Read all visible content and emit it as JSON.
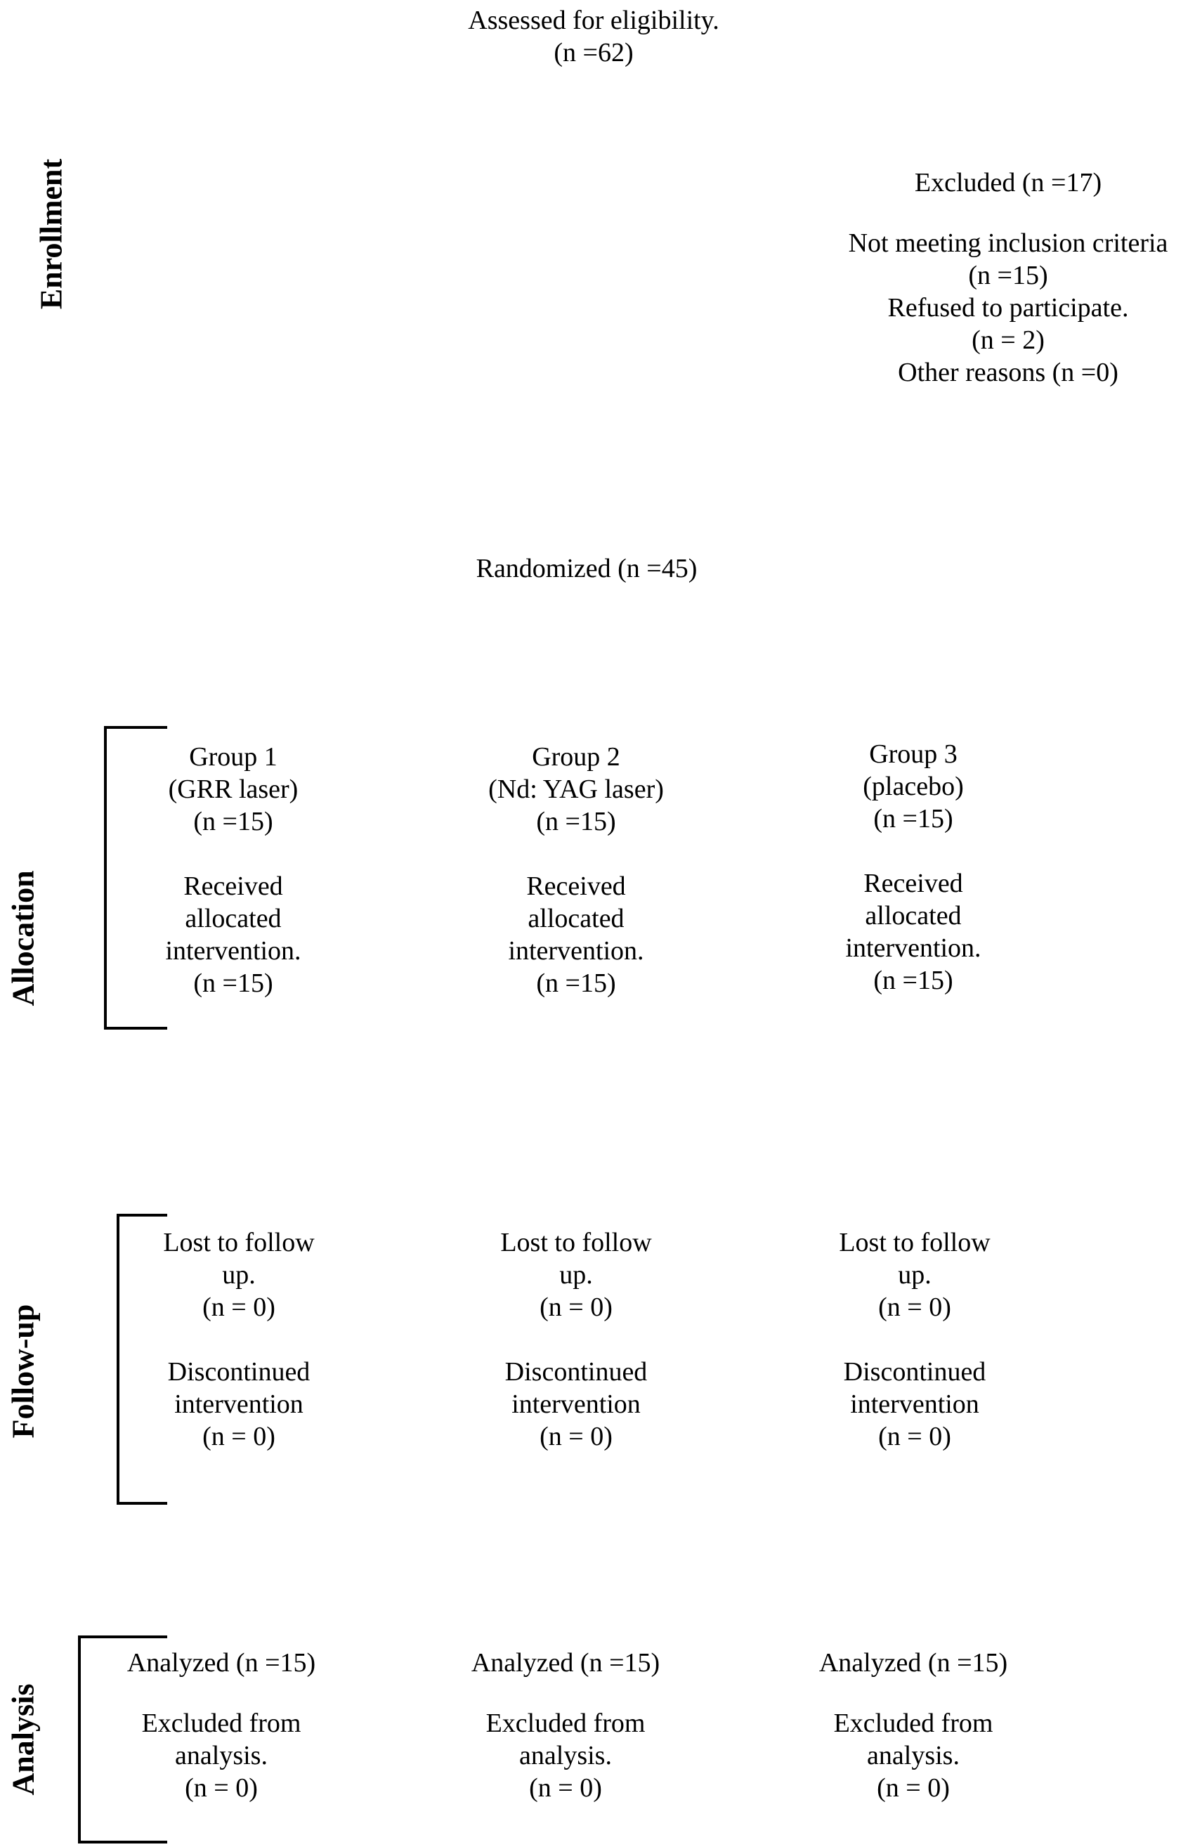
{
  "enrollment": {
    "label": "Enrollment",
    "assessed": [
      "Assessed for eligibility.",
      "(n =62)"
    ],
    "excluded": {
      "title": "Excluded (n =17)",
      "reasons": [
        "Not meeting inclusion criteria",
        "(n =15)",
        "Refused to participate.",
        "(n = 2)",
        "Other reasons (n =0)"
      ]
    },
    "randomized": "Randomized (n =45)"
  },
  "allocation": {
    "label": "Allocation",
    "groups": [
      {
        "name": "Group 1",
        "desc": "(GRR laser)",
        "n": "(n =15)",
        "received": [
          "Received",
          "allocated",
          "intervention."
        ],
        "received_n": "(n =15)"
      },
      {
        "name": "Group 2",
        "desc": "(Nd: YAG laser)",
        "n": "(n =15)",
        "received": [
          "Received",
          "allocated",
          "intervention."
        ],
        "received_n": "(n =15)"
      },
      {
        "name": "Group 3",
        "desc": "(placebo)",
        "n": "(n =15)",
        "received": [
          "Received",
          "allocated",
          "intervention."
        ],
        "received_n": "(n =15)"
      }
    ]
  },
  "followup": {
    "label": "Follow-up",
    "groups": [
      {
        "lost": [
          "Lost to follow",
          "up."
        ],
        "lost_n": "(n = 0)",
        "discontinued": [
          "Discontinued",
          "intervention"
        ],
        "discontinued_n": "(n = 0)"
      },
      {
        "lost": [
          "Lost to follow",
          "up."
        ],
        "lost_n": "(n = 0)",
        "discontinued": [
          "Discontinued",
          "intervention"
        ],
        "discontinued_n": "(n = 0)"
      },
      {
        "lost": [
          "Lost to follow",
          "up."
        ],
        "lost_n": "(n = 0)",
        "discontinued": [
          "Discontinued",
          "intervention"
        ],
        "discontinued_n": "(n = 0)"
      }
    ]
  },
  "analysis": {
    "label": "Analysis",
    "groups": [
      {
        "analyzed": "Analyzed (n =15)",
        "excluded": [
          "Excluded from",
          "analysis."
        ],
        "excluded_n": "(n = 0)"
      },
      {
        "analyzed": "Analyzed (n =15)",
        "excluded": [
          "Excluded from",
          "analysis."
        ],
        "excluded_n": "(n = 0)"
      },
      {
        "analyzed": "Analyzed (n =15)",
        "excluded": [
          "Excluded from",
          "analysis."
        ],
        "excluded_n": "(n = 0)"
      }
    ]
  }
}
